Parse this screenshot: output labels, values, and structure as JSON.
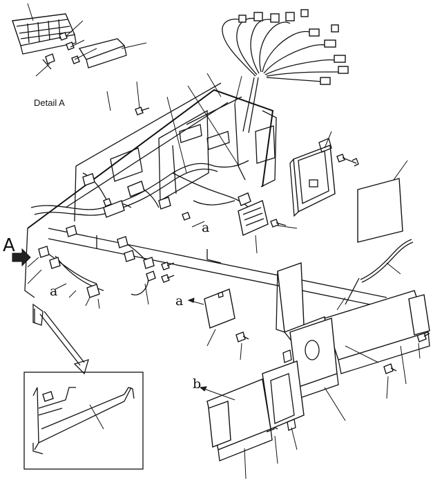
{
  "labels": {
    "detail_a": "Detail A",
    "view_a": "A",
    "connector_a": "a",
    "connector_b": "b"
  },
  "colors": {
    "line": "#111111",
    "background": "#ffffff"
  }
}
